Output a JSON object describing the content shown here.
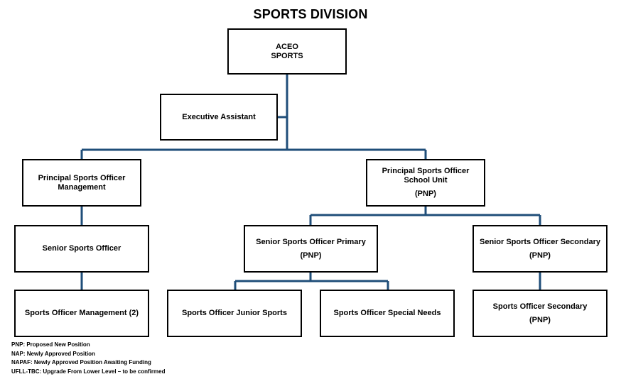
{
  "title": "SPORTS DIVISION",
  "colors": {
    "connector": "#1f4e79",
    "border": "#000000"
  },
  "nodes": {
    "aceo": {
      "line1": "ACEO",
      "line2": "SPORTS"
    },
    "exec_assistant": {
      "label": "Executive Assistant"
    },
    "pso_management": {
      "label": "Principal Sports Officer Management"
    },
    "pso_school": {
      "label": "Principal Sports Officer School Unit",
      "tag": "(PNP)"
    },
    "senior_sports_officer": {
      "label": "Senior Sports Officer"
    },
    "sso_primary": {
      "label": "Senior Sports Officer Primary",
      "tag": "(PNP)"
    },
    "sso_secondary": {
      "label": "Senior Sports Officer Secondary",
      "tag": "(PNP)"
    },
    "so_management": {
      "label": "Sports Officer Management (2)"
    },
    "so_junior": {
      "label": "Sports Officer Junior Sports"
    },
    "so_special": {
      "label": "Sports Officer Special Needs"
    },
    "so_secondary": {
      "label": "Sports Officer Secondary",
      "tag": "(PNP)"
    }
  },
  "legend": [
    "PNP: Proposed New Position",
    "NAP: Newly Approved Position",
    "NAPAF: Newly Approved Position Awaiting Funding",
    "UFLL-TBC: Upgrade From Lower Level – to be confirmed"
  ]
}
